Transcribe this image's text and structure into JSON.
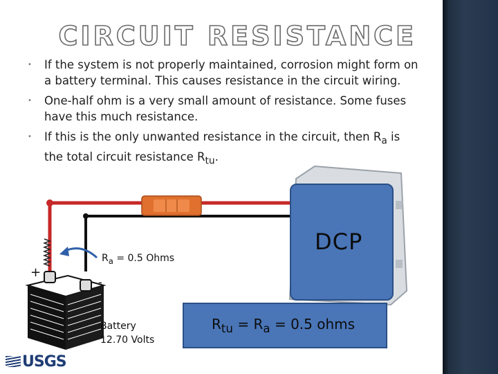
{
  "title": "CIRCUIT RESISTANCE",
  "bullets": [
    "If the system is not properly maintained, corrosion might form on a battery terminal. This causes resistance in the circuit wiring.",
    "One-half ohm is a very small amount of resistance. Some fuses have this much resistance."
  ],
  "bullet3": {
    "pre": "If this is the only unwanted resistance in the circuit, then R",
    "sub1": "a",
    "mid": " is the total circuit resistance R",
    "sub2": "tu",
    "post": "."
  },
  "bullet_glyph": "•",
  "resistor_label": {
    "r": "R",
    "sub": "a",
    "rest": " = 0.5 Ohms"
  },
  "plus_sign": "+",
  "minus_sign": "-",
  "battery_label": {
    "line1": "Battery",
    "line2": "12.70 Volts"
  },
  "dcp_label": "DCP",
  "equation": {
    "r1": "R",
    "s1": "tu",
    "eq": " = ",
    "r2": "R",
    "s2": "a",
    "rest": " = 0.5 ohms"
  },
  "logo": "USGS",
  "colors": {
    "wire_red": "#c62828",
    "wire_black": "#111111",
    "box_blue": "#4a76b8",
    "fuse": "#e0702e",
    "sidebar": "#22324a"
  },
  "icons": [
    "battery-icon",
    "fuse-icon",
    "resistor-icon",
    "arrow-icon",
    "enclosure-icon"
  ]
}
